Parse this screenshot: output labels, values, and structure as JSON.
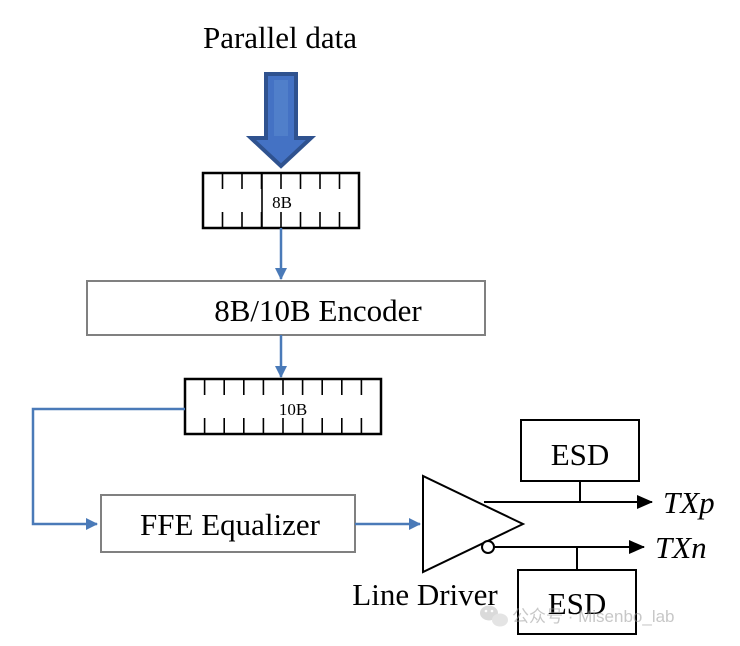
{
  "title": "Parallel data",
  "blocks": {
    "reg_8b": "8B",
    "encoder": "8B/10B Encoder",
    "reg_10b": "10B",
    "ffe": "FFE Equalizer",
    "esd_top": "ESD",
    "esd_bottom": "ESD",
    "driver": "Line Driver"
  },
  "outputs": {
    "txp": "TXp",
    "txn": "TXn"
  },
  "watermark": {
    "text": "公众号 · Misenbo_lab",
    "icon": "wechat-icon"
  },
  "colors": {
    "flow_blue": "#4a7ab8",
    "big_arrow_fill": "#4472c4",
    "big_arrow_stroke": "#2f528f",
    "box_border_gray": "#808080",
    "ink": "#000000"
  }
}
